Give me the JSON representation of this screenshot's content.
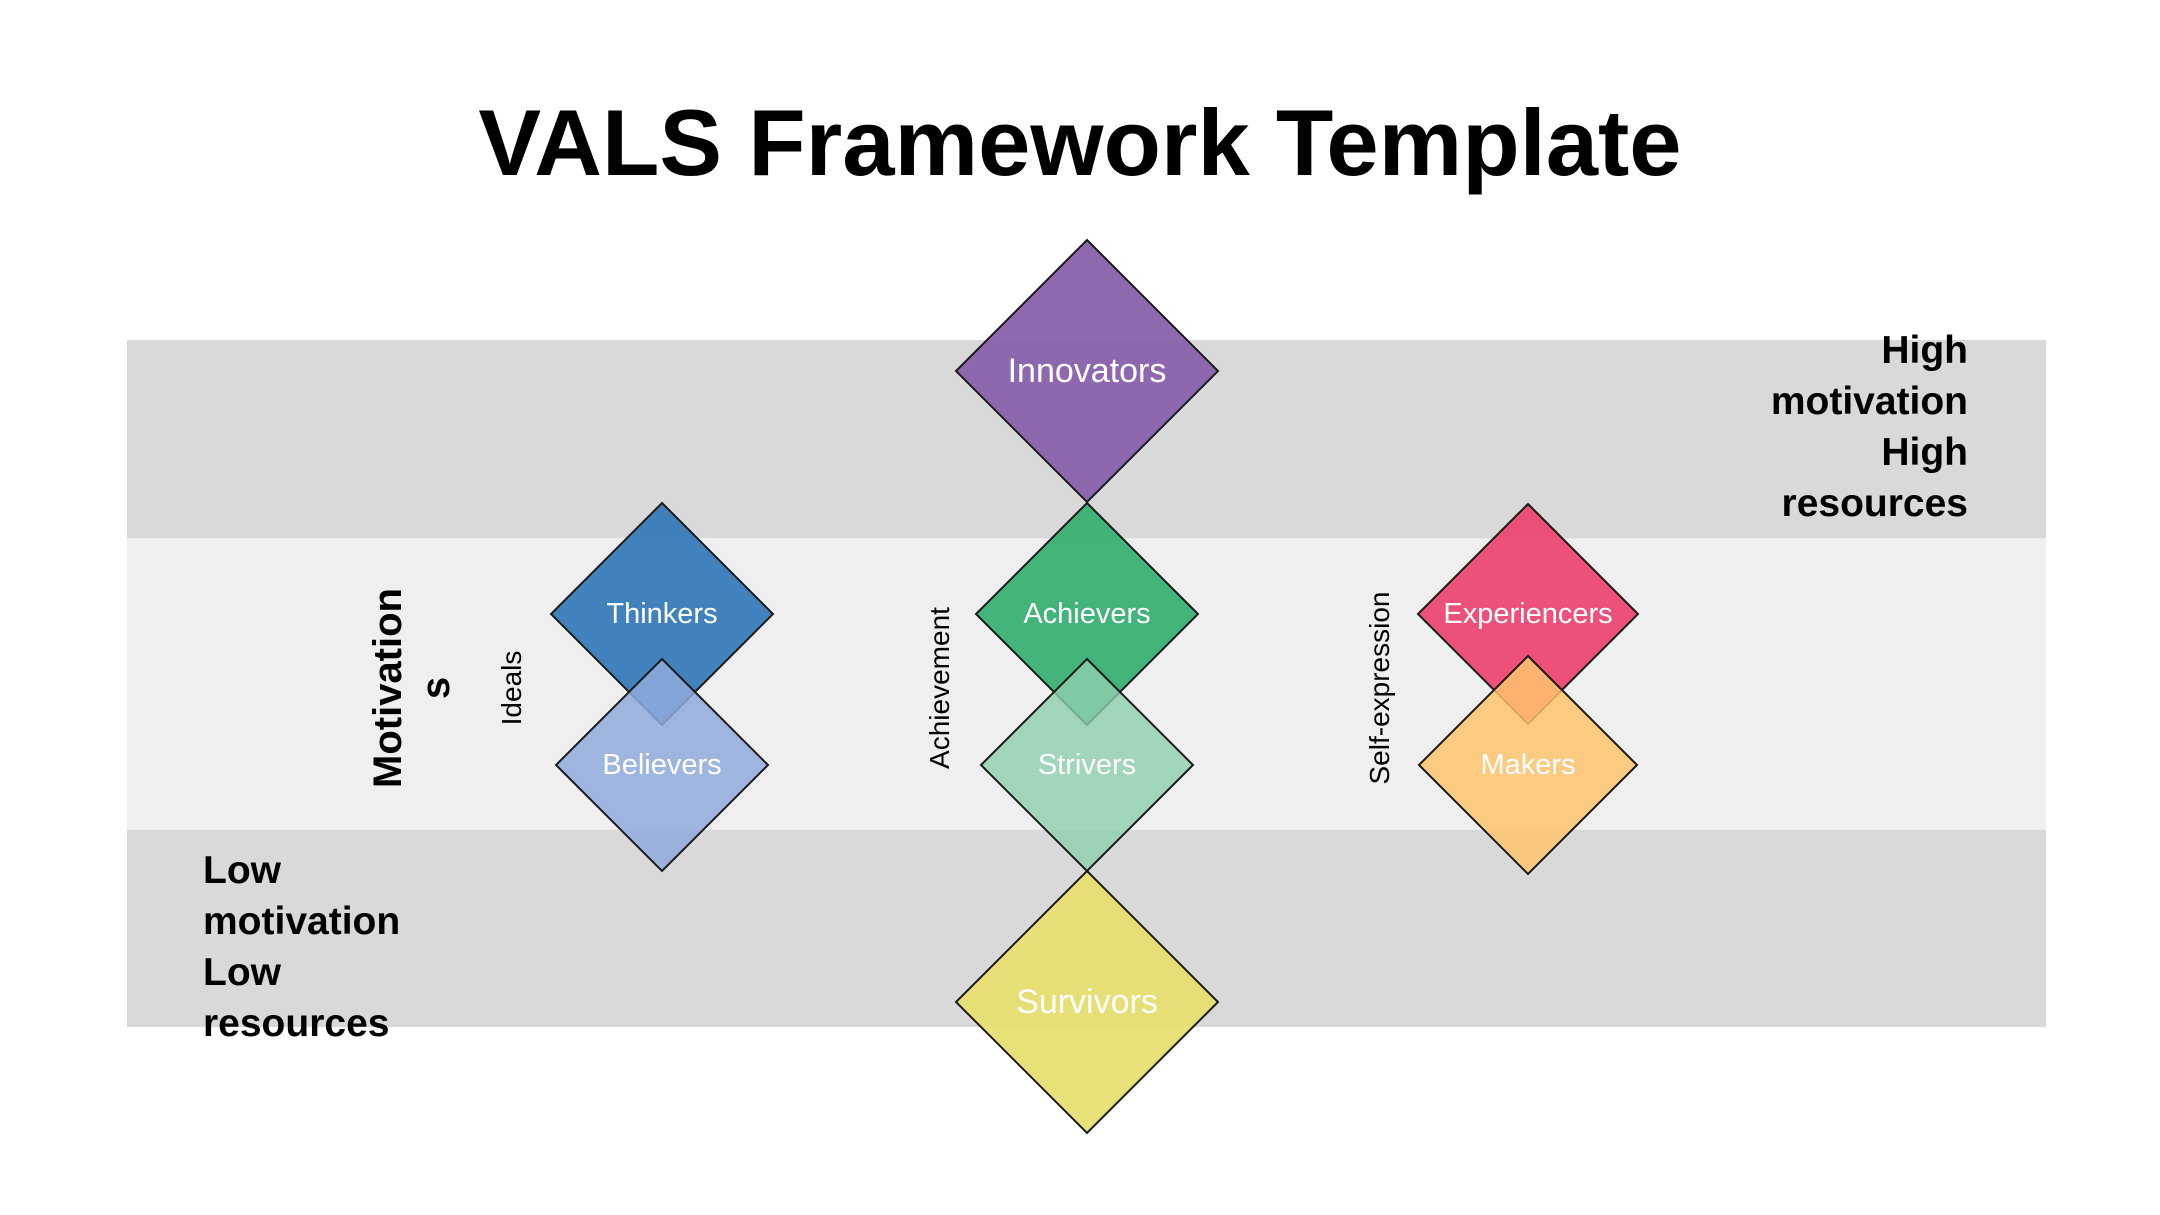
{
  "title": "VALS Framework Template",
  "labels": {
    "high": [
      "High",
      "motivation",
      "High",
      "resources"
    ],
    "low": [
      "Low",
      "motivation",
      "Low",
      "resources"
    ],
    "motivations_axis": [
      "Motivation",
      "s"
    ],
    "ideals": "Ideals",
    "achievement": "Achievement",
    "self_expression": "Self-expression"
  },
  "segments": [
    {
      "id": "innovators",
      "label": "Innovators",
      "color": "#8a62ad",
      "opacity": 0.95
    },
    {
      "id": "thinkers",
      "label": "Thinkers",
      "color": "#2e75b6",
      "opacity": 0.9
    },
    {
      "id": "believers",
      "label": "Believers",
      "color": "#8faadc",
      "opacity": 0.85
    },
    {
      "id": "achievers",
      "label": "Achievers",
      "color": "#2fad6c",
      "opacity": 0.9
    },
    {
      "id": "strivers",
      "label": "Strivers",
      "color": "#8fcfae",
      "opacity": 0.8
    },
    {
      "id": "experiencers",
      "label": "Experiencers",
      "color": "#ec3e6a",
      "opacity": 0.9
    },
    {
      "id": "makers",
      "label": "Makers",
      "color": "#ffc36f",
      "opacity": 0.85
    },
    {
      "id": "survivors",
      "label": "Survivors",
      "color": "#e6df70",
      "opacity": 0.95
    }
  ]
}
